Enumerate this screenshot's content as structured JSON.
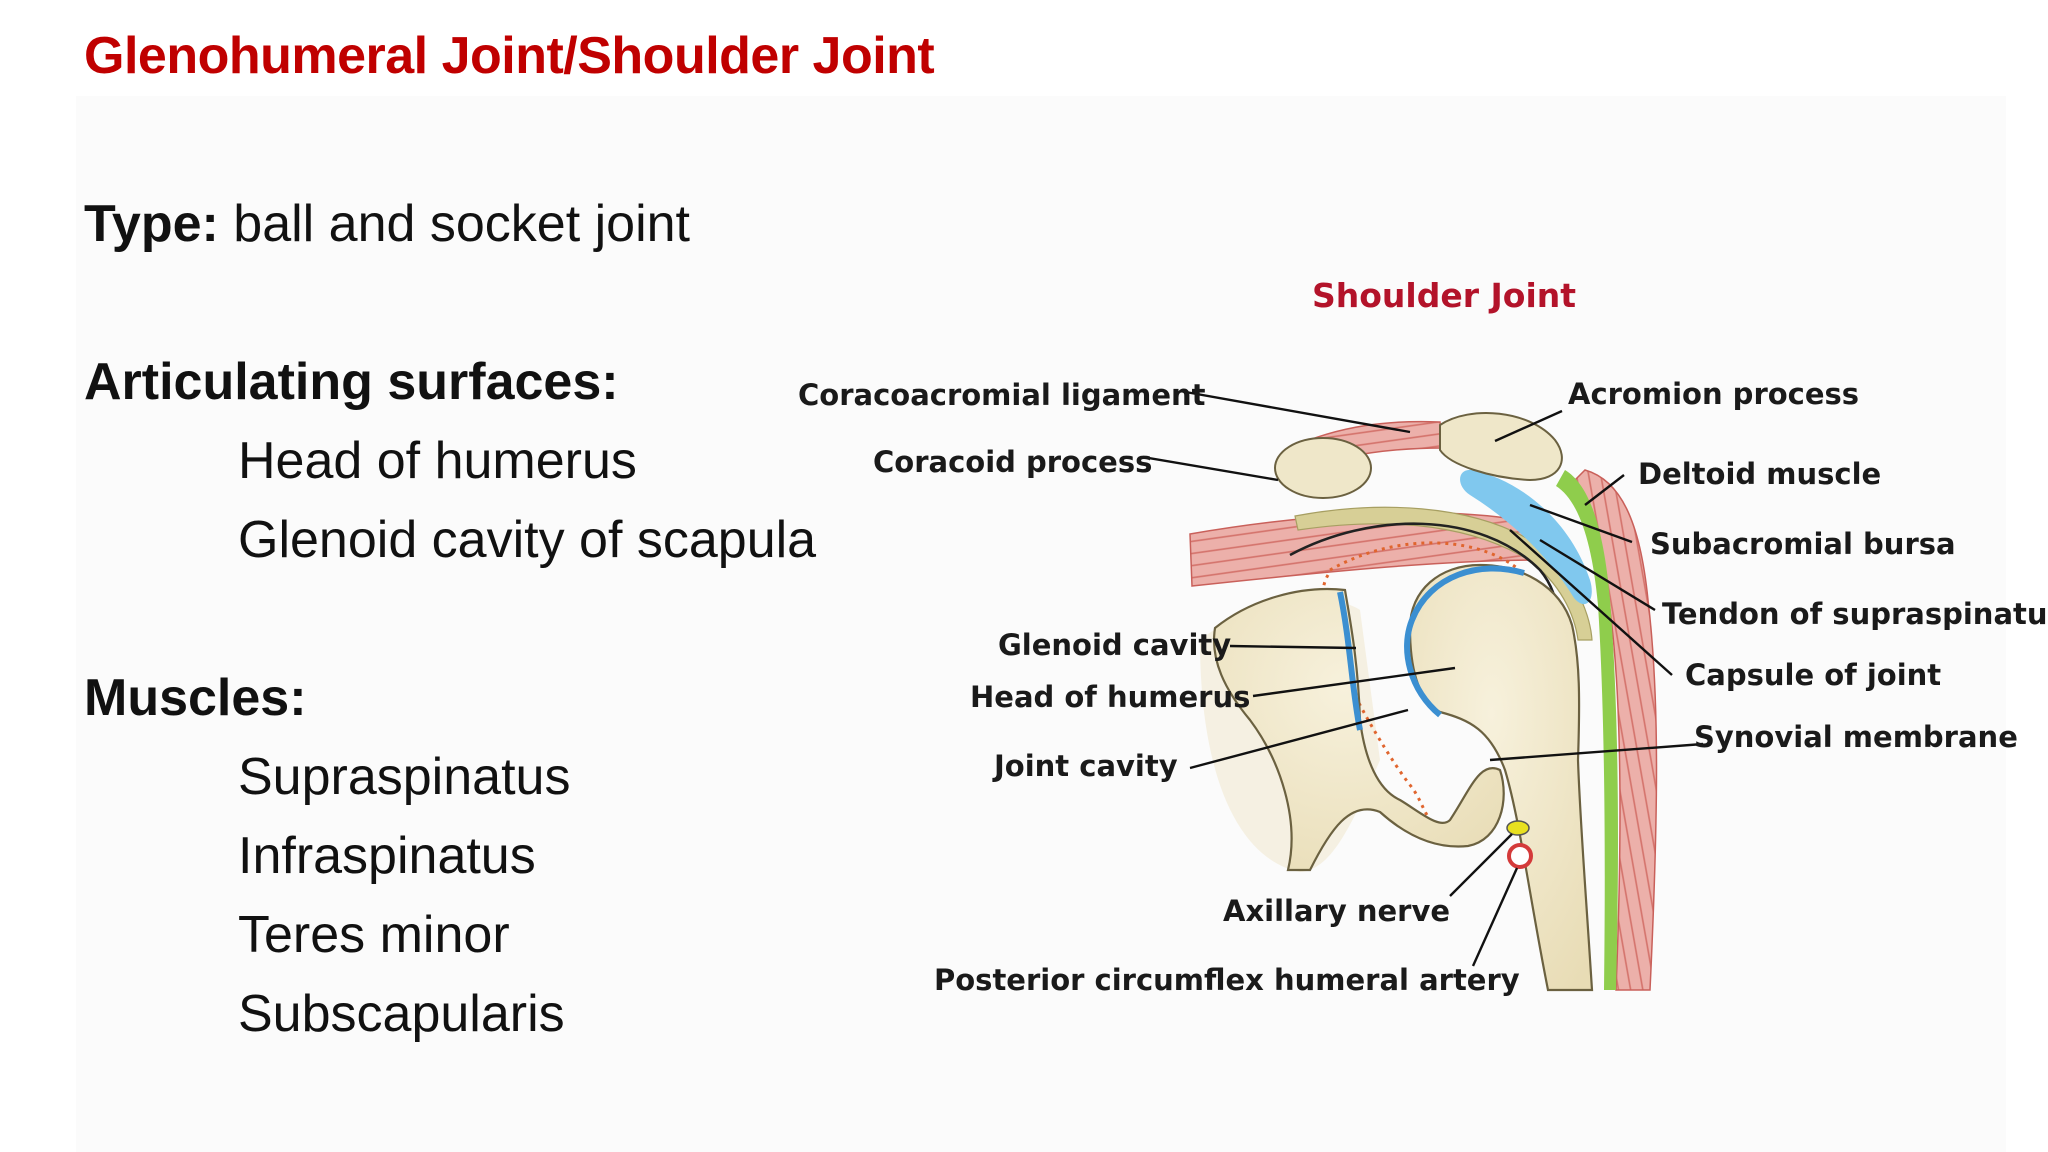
{
  "slide": {
    "title": "Glenohumeral Joint/Shoulder Joint",
    "type_label": "Type:",
    "type_value": " ball and socket joint",
    "articulating_heading": "Articulating surfaces:",
    "articulating_items": [
      "Head of humerus",
      "Glenoid cavity of scapula"
    ],
    "muscles_heading": "Muscles:",
    "muscles_items": [
      "Supraspinatus",
      "Infraspinatus",
      "Teres minor",
      "Subscapularis"
    ]
  },
  "diagram": {
    "title": "Shoulder Joint",
    "labels": {
      "coracoacromial_ligament": "Coracoacromial ligament",
      "coracoid_process": "Coracoid process",
      "acromion_process": "Acromion process",
      "deltoid_muscle": "Deltoid muscle",
      "subacromial_bursa": "Subacromial bursa",
      "tendon_of_supraspinatus": "Tendon of supraspinatus",
      "capsule_of_joint": "Capsule of joint",
      "synovial_membrane": "Synovial membrane",
      "glenoid_cavity": "Glenoid cavity",
      "head_of_humerus": "Head of humerus",
      "joint_cavity": "Joint cavity",
      "axillary_nerve": "Axillary nerve",
      "posterior_circumflex_humeral_artery": "Posterior circumflex humeral artery"
    },
    "colors": {
      "title": "#b3132a",
      "bone": "#efe7c9",
      "muscle": "#e89c96",
      "bursa": "#80c8ee",
      "tendon": "#d7cf96",
      "deltoid_band": "#8fcd4c",
      "cartilage": "#3b8fd1",
      "synovial_dots": "#e0652e",
      "nerve": "#e8e020",
      "artery": "#d43a3a"
    }
  }
}
